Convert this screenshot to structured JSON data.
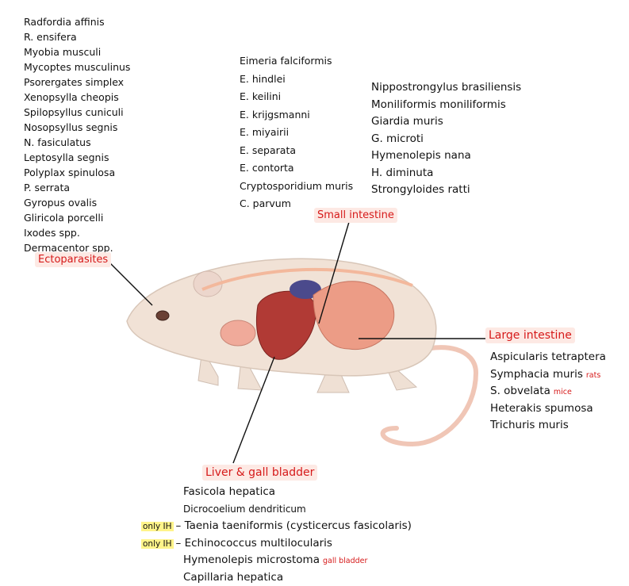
{
  "ectoparasites": {
    "label": "Ectoparasites",
    "items": [
      "Radfordia affinis",
      "R. ensifera",
      "Myobia musculi",
      "Mycoptes musculinus",
      "Psorergates simplex",
      "Xenopsylla cheopis",
      "Spilopsyllus cuniculi",
      "Nosopsyllus segnis",
      "N. fasiculatus",
      "Leptosylla segnis",
      "Polyplax spinulosa",
      "P. serrata",
      "Gyropus ovalis",
      "Gliricola porcelli",
      "Ixodes spp.",
      "Dermacentor spp."
    ]
  },
  "eimeria_group": {
    "items": [
      "Eimeria falciformis",
      "E. hindlei",
      "E. keilini",
      "E. krijgsmanni",
      "E. miyairii",
      "E. separata",
      "E. contorta",
      "Cryptosporidium muris",
      "C. parvum"
    ]
  },
  "small_intestine": {
    "label": "Small intestine",
    "items": [
      "Nippostrongylus brasiliensis",
      "Moniliformis moniliformis",
      "Giardia muris",
      "G. microti",
      "Hymenolepis nana",
      "H. diminuta",
      "Strongyloides ratti"
    ]
  },
  "large_intestine": {
    "label": "Large intestine",
    "items": [
      {
        "name": "Aspicularis tetraptera",
        "note": ""
      },
      {
        "name": "Symphacia muris",
        "note": "rats"
      },
      {
        "name": "S. obvelata",
        "note": "mice"
      },
      {
        "name": "Heterakis spumosa",
        "note": ""
      },
      {
        "name": "Trichuris muris",
        "note": ""
      }
    ]
  },
  "liver": {
    "label": "Liver & gall bladder",
    "items": [
      {
        "prefix": "",
        "name": "Fasicola hepatica",
        "note": ""
      },
      {
        "prefix": "",
        "name": "Dicrocoelium dendriticum",
        "note": ""
      },
      {
        "prefix": "only IH",
        "name": "Taenia taeniformis (cysticercus fasicolaris)",
        "note": ""
      },
      {
        "prefix": "only IH",
        "name": "Echinococcus multilocularis",
        "note": ""
      },
      {
        "prefix": "",
        "name": "Hymenolepis microstoma",
        "note": "gall bladder"
      },
      {
        "prefix": "",
        "name": "Capillaria hepatica",
        "note": ""
      }
    ]
  },
  "colors": {
    "red": "#d61a1a",
    "highlight": "#fff48a",
    "body": "#f1e2d6",
    "liver": "#b13a35",
    "intestine": "#ec9c86",
    "kidney": "#4b4a8c"
  }
}
